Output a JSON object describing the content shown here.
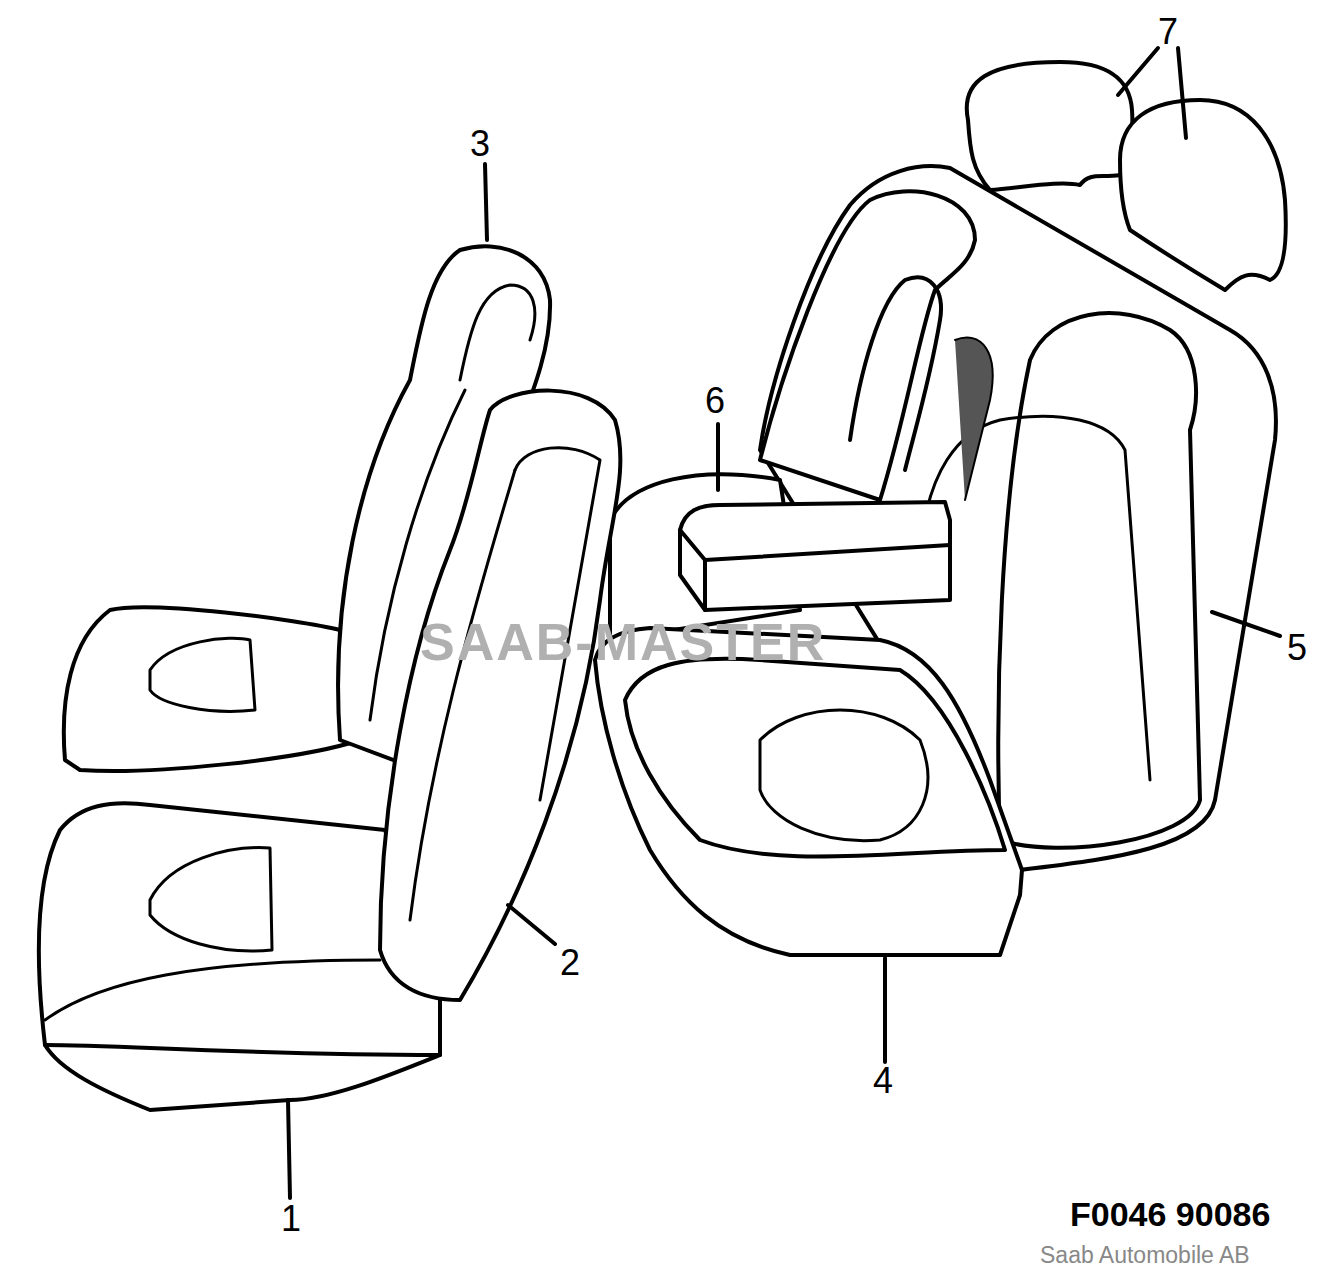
{
  "diagram": {
    "labels": [
      "7",
      "3",
      "6",
      "SAAB-MASTER",
      "5",
      "2",
      "4",
      "1",
      "F0046 90086",
      "Saab Automobile AB"
    ]
  }
}
